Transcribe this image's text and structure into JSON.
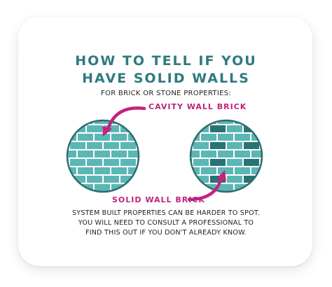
{
  "title_line1": "HOW TO TELL IF YOU",
  "title_line2": "HAVE SOLID WALLS",
  "subtitle": "FOR BRICK OR STONE PROPERTIES:",
  "labels": {
    "cavity": "CAVITY WALL BRICK",
    "solid": "SOLID WALL BRICK"
  },
  "footer": {
    "line1": "SYSTEM BUILT PROPERTIES CAN BE HARDER TO SPOT.",
    "line2": "YOU WILL NEED TO CONSULT A PROFESSIONAL TO",
    "line3": "FIND THIS OUT IF YOU DON'T ALREADY KNOW."
  },
  "colors": {
    "title": "#2f7a7e",
    "accent": "#c0247d",
    "brick_light": "#5bb7b5",
    "brick_dark": "#2a7273",
    "mortar": "#ffffff",
    "circle_border": "#2f6d6e"
  }
}
